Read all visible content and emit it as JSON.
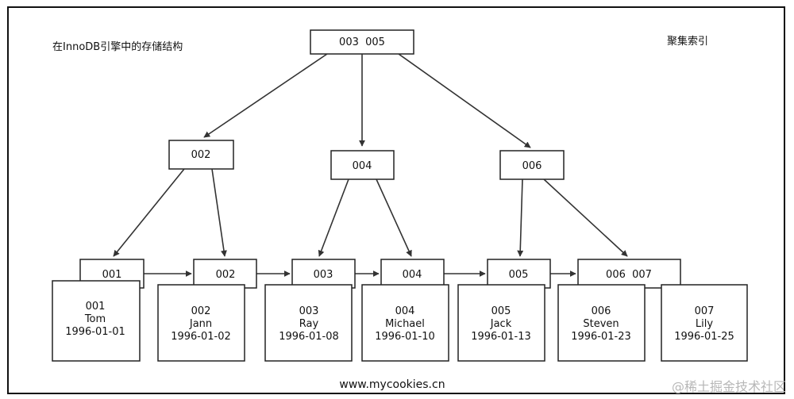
{
  "diagram": {
    "caption_left": "在InnoDB引擎中的存储结构",
    "caption_right": "聚集索引",
    "footer_url": "www.mycookies.cn",
    "watermark": "@稀土掘金技术社区",
    "root": {
      "label": "003  005"
    },
    "internal": [
      {
        "label": "002"
      },
      {
        "label": "004"
      },
      {
        "label": "006"
      }
    ],
    "leaves": [
      {
        "key": "001",
        "id": "001",
        "name": "Tom",
        "date": "1996-01-01"
      },
      {
        "key": "002",
        "id": "002",
        "name": "Jann",
        "date": "1996-01-02"
      },
      {
        "key": "003",
        "id": "003",
        "name": "Ray",
        "date": "1996-01-08"
      },
      {
        "key": "004",
        "id": "004",
        "name": "Michael",
        "date": "1996-01-10"
      },
      {
        "key": "005",
        "id": "005",
        "name": "Jack",
        "date": "1996-01-13"
      },
      {
        "key": "006  007",
        "id": "006",
        "name": "Steven",
        "date": "1996-01-23"
      }
    ],
    "extra_record": {
      "id": "007",
      "name": "Lily",
      "date": "1996-01-25"
    }
  }
}
